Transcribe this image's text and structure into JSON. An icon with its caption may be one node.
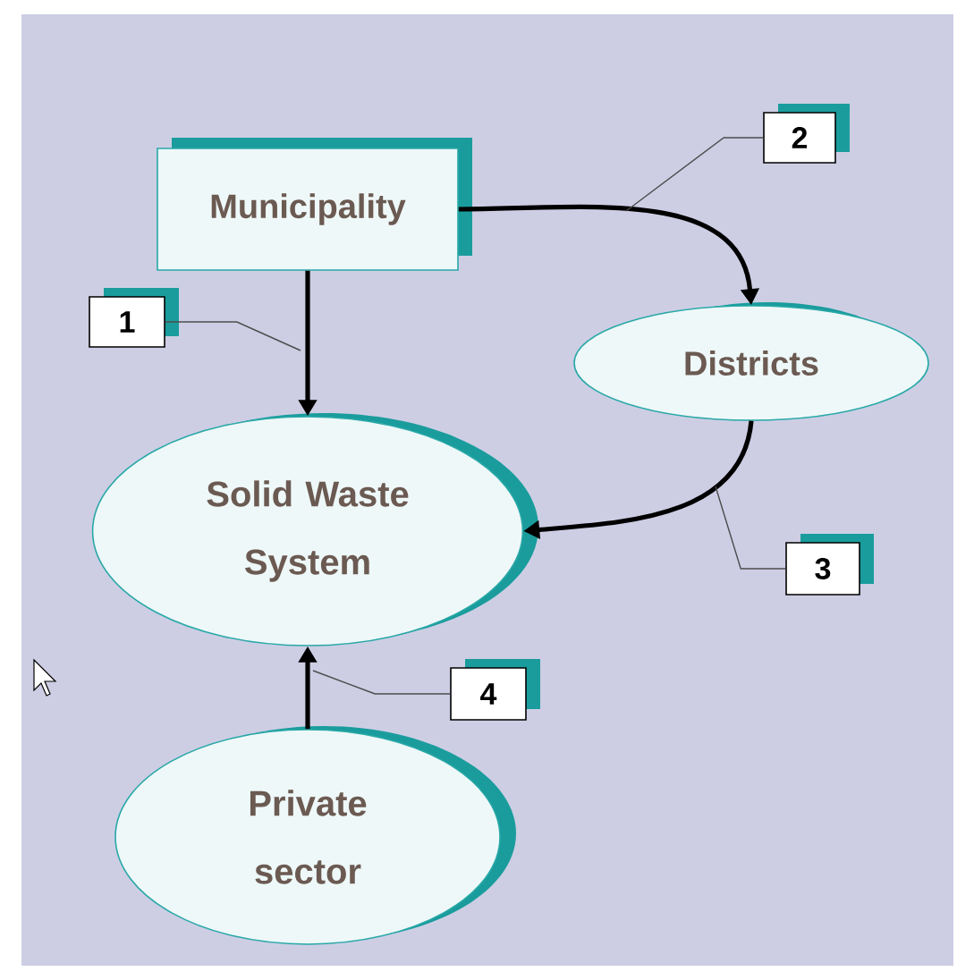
{
  "diagram": {
    "nodes": [
      {
        "text": [
          "Municipality"
        ]
      },
      {
        "text": [
          "2"
        ]
      },
      {
        "text": [
          "1"
        ]
      },
      {
        "text": [
          "Districts"
        ]
      },
      {
        "text": [
          "Solid Waste System"
        ]
      },
      {
        "text": [
          "3"
        ]
      },
      {
        "text": [
          "4"
        ]
      },
      {
        "text": [
          "Private sector"
        ]
      }
    ],
    "edges": [
      {
        "from": 0,
        "to": 4,
        "arrow": "to",
        "style": "thick"
      },
      {
        "from": 0,
        "to": 3,
        "arrow": "to",
        "style": "thick"
      },
      {
        "from": 3,
        "to": 4,
        "arrow": "to",
        "style": "thick"
      },
      {
        "from": 7,
        "to": 4,
        "arrow": "to",
        "style": "thick"
      },
      {
        "from": 1,
        "to": null,
        "arrow": "none"
      },
      {
        "from": 2,
        "to": null,
        "arrow": "none"
      },
      {
        "from": 5,
        "to": null,
        "arrow": "none"
      },
      {
        "from": 6,
        "to": null,
        "arrow": "none"
      }
    ]
  }
}
